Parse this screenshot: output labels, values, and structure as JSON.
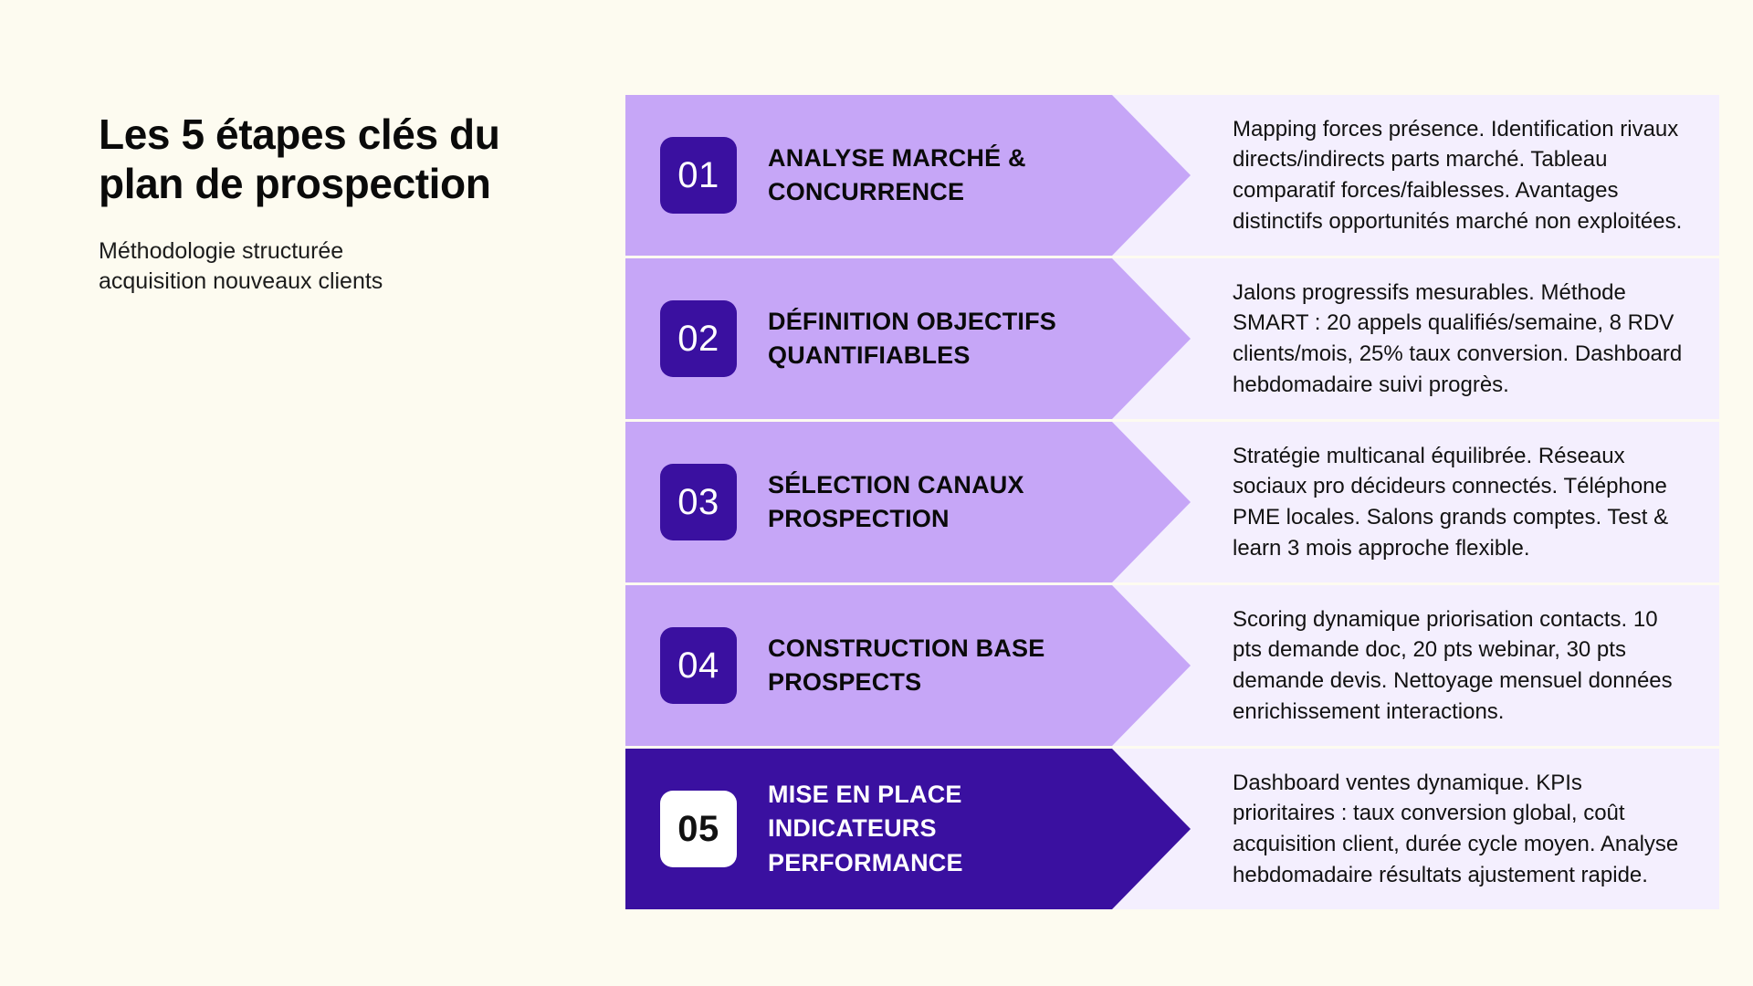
{
  "page": {
    "background_color": "#FDFBF0",
    "title": "Les 5 étapes clés du plan de prospection",
    "subtitle": "Méthodologie structurée acquisition nouveaux clients"
  },
  "theme": {
    "band_color": "#C6A6F7",
    "band_active_color": "#3A10A0",
    "number_box_color": "#3A10A0",
    "number_box_active_color": "#FFFFFF",
    "description_background": "#F4EFFE",
    "text_color": "#0A0A0A",
    "active_text_color": "#FFFFFF"
  },
  "steps": [
    {
      "number": "01",
      "title": "ANALYSE MARCHÉ & CONCURRENCE",
      "description": "Mapping forces présence. Identification rivaux directs/indirects parts marché. Tableau comparatif forces/faiblesses. Avantages distinctifs opportunités marché non exploitées.",
      "active": false
    },
    {
      "number": "02",
      "title": "DÉFINITION OBJECTIFS QUANTIFIABLES",
      "description": "Jalons progressifs mesurables. Méthode SMART : 20 appels qualifiés/semaine, 8 RDV clients/mois, 25% taux conversion. Dashboard hebdomadaire suivi progrès.",
      "active": false
    },
    {
      "number": "03",
      "title": "SÉLECTION CANAUX PROSPECTION",
      "description": "Stratégie multicanal équilibrée. Réseaux sociaux pro décideurs connectés. Téléphone PME locales. Salons grands comptes. Test & learn 3 mois approche flexible.",
      "active": false
    },
    {
      "number": "04",
      "title": "CONSTRUCTION BASE PROSPECTS",
      "description": "Scoring dynamique priorisation contacts. 10 pts demande doc, 20 pts webinar, 30 pts demande devis. Nettoyage mensuel données enrichissement interactions.",
      "active": false
    },
    {
      "number": "05",
      "title": "MISE EN PLACE INDICATEURS PERFORMANCE",
      "description": "Dashboard ventes dynamique. KPIs prioritaires : taux conversion global, coût acquisition client, durée cycle moyen. Analyse hebdomadaire résultats ajustement rapide.",
      "active": true
    }
  ]
}
